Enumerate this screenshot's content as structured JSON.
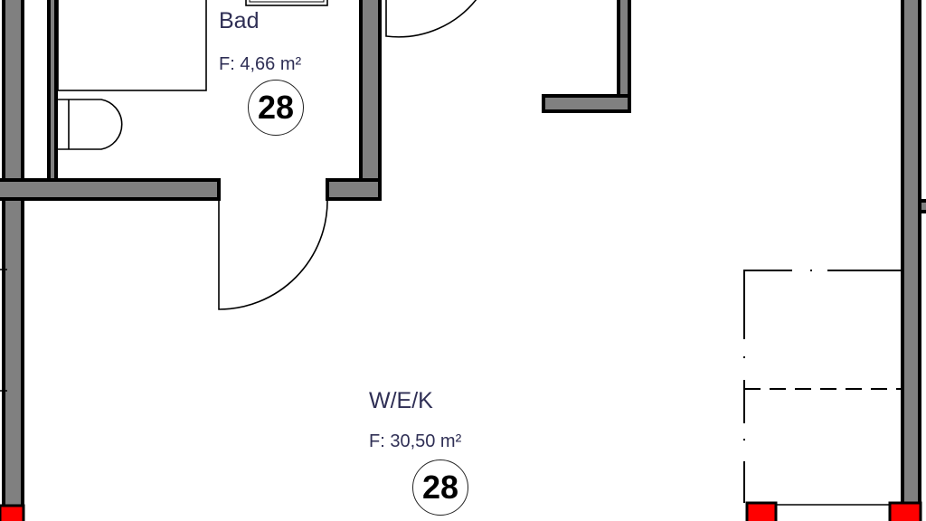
{
  "rooms": [
    {
      "name": "Bad",
      "area": "F: 4,66 m²",
      "number": "28"
    },
    {
      "name": "W/E/K",
      "area": "F: 30,50 m²",
      "number": "28"
    }
  ],
  "colors": {
    "wall": "#808080",
    "column": "#ff0000",
    "label": "#2f2f55"
  }
}
